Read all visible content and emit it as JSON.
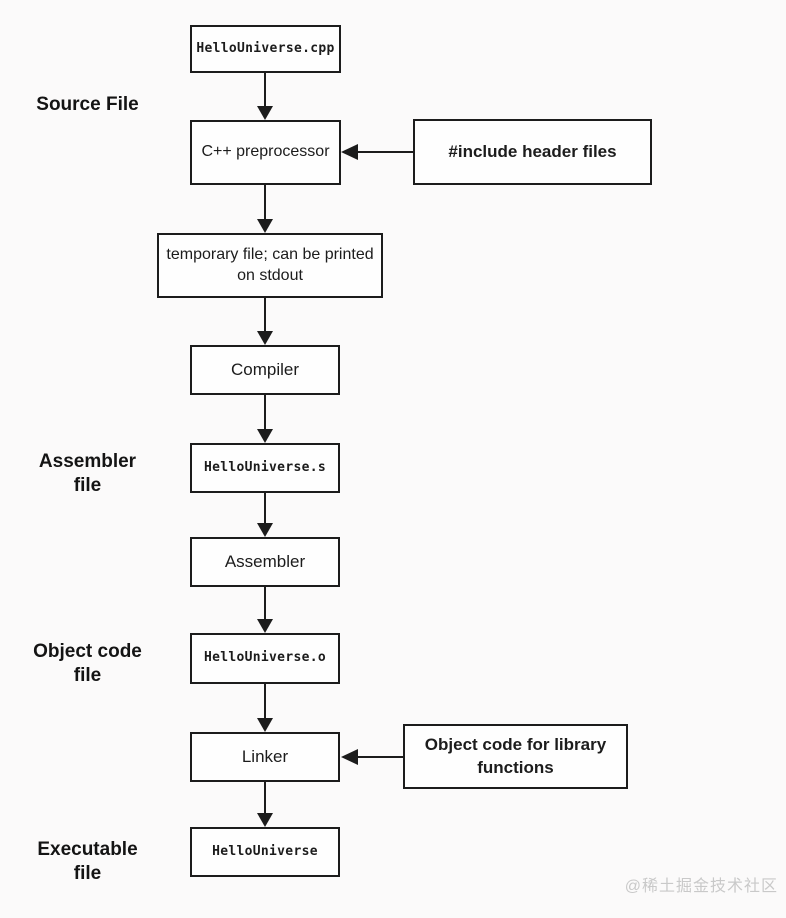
{
  "flow_nodes": {
    "source": {
      "label": "HelloUniverse.cpp"
    },
    "preprocessor": {
      "label": "C++ preprocessor"
    },
    "temp_file": {
      "label": "temporary file; can be printed on stdout"
    },
    "compiler": {
      "label": "Compiler"
    },
    "assembler_file": {
      "label": "HelloUniverse.s"
    },
    "assembler": {
      "label": "Assembler"
    },
    "object_file": {
      "label": "HelloUniverse.o"
    },
    "linker": {
      "label": "Linker"
    },
    "executable": {
      "label": "HelloUniverse"
    }
  },
  "side_inputs": {
    "include_headers": {
      "label": "#include header files"
    },
    "library_object": {
      "label": "Object code for library functions"
    }
  },
  "stage_labels": {
    "source_file": {
      "lines": [
        "Source File"
      ]
    },
    "assembler_file": {
      "lines": [
        "Assembler",
        "file"
      ]
    },
    "object_code_file": {
      "lines": [
        "Object code",
        "file"
      ]
    },
    "executable_file": {
      "lines": [
        "Executable",
        "file"
      ]
    }
  },
  "watermark": "@稀土掘金技术社区",
  "colors": {
    "background": "#fbfafa",
    "box_fill": "#fefefe",
    "line": "#1c1c1c",
    "watermark": "#c9c9c9"
  }
}
